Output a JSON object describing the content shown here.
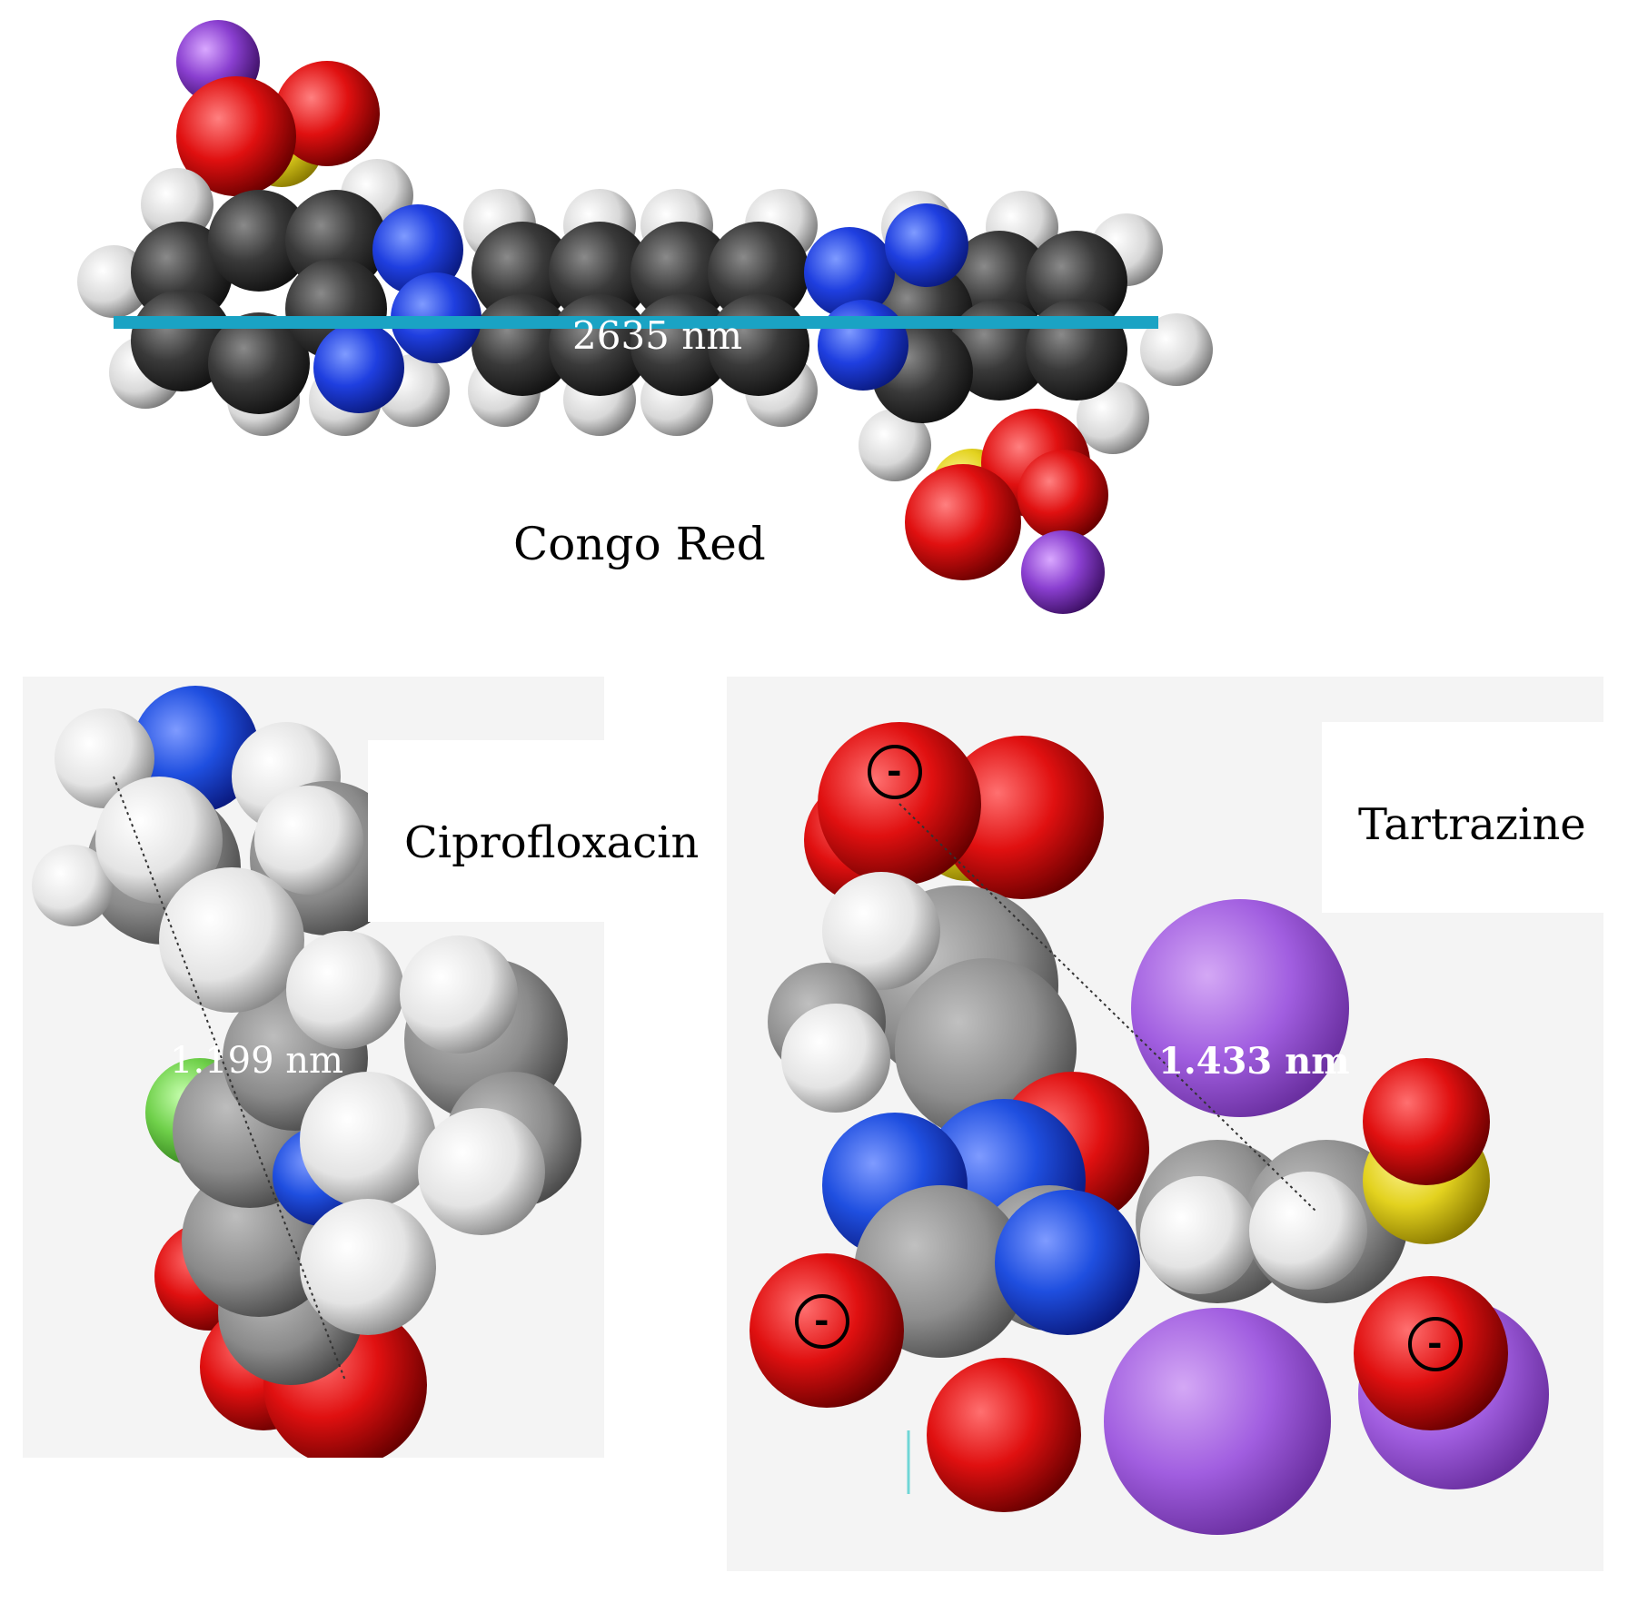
{
  "congo_red": {
    "name": "Congo Red",
    "length_label": "2635 nm",
    "measure_line_color": "#1aa3c4"
  },
  "ciprofloxacin": {
    "name": "Ciprofloxacin",
    "length_label": "1.199 nm"
  },
  "tartrazine": {
    "name": "Tartrazine",
    "length_label": "1.433 nm",
    "charge_symbol": "-"
  },
  "atom_colors": {
    "carbon": "#3a3a3a",
    "hydrogen": "#e8e8e8",
    "nitrogen": "#1f3fe0",
    "oxygen": "#e01010",
    "sulfur": "#e3d21f",
    "sodium": "#9b4fe0",
    "fluorine": "#6fd04a"
  }
}
